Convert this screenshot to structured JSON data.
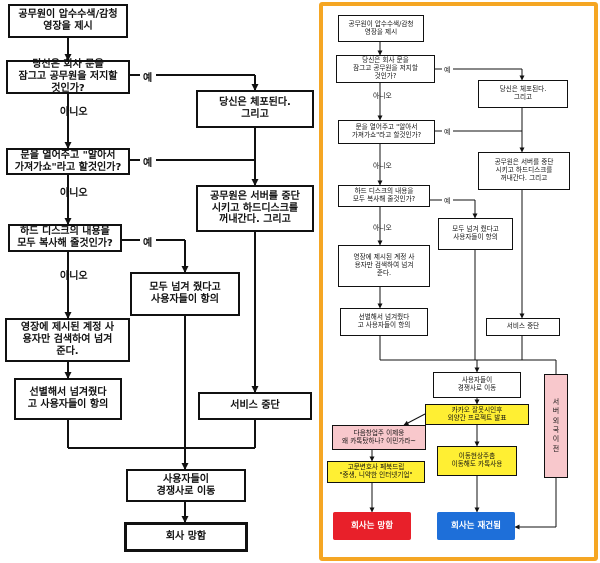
{
  "left": {
    "nodes": {
      "n1": "공무원이 압수수색/감청\n영장을 제시",
      "n2": "당신은 회사 문을\n잠그고 공무원을 저지할\n것인가?",
      "n3": "문을 열어주고 \"알아서\n가져가쇼\"라고 할것인가?",
      "n4": "하드 디스크의 내용을\n모두 복사해 줄것인가?",
      "n5": "영장에 제시된 계정 사\n용자만 검색하여 넘겨\n준다.",
      "n6": "선별해서 넘겨줬다\n고 사용자들이 항의",
      "n7": "당신은 체포된다.\n그리고",
      "n8": "공무원은 서버를 중단\n시키고 하드디스크를\n꺼내간다. 그리고",
      "n9": "모두 넘겨 줬다고\n사용자들이 항의",
      "n10": "서비스 중단",
      "n11": "사용자들이\n경쟁사로 이동",
      "n12": "회사 망함"
    },
    "labels": {
      "yes1": "예",
      "no1": "아니오",
      "yes2": "예",
      "no2": "아니오",
      "yes3": "예",
      "no3": "아니오"
    }
  },
  "right": {
    "nodes": {
      "n1": "공무원이 압수수색/감청\n영장을 제시",
      "n2": "당신은 회사 문을\n잠그고 공무원을 저지할\n것인가?",
      "n3": "문을 열어주고 \"알아서\n가져가쇼\"라고 할것인가?",
      "n4": "하드 디스크의 내용을\n모두 복사해 줄것인가?",
      "n5": "영장에 제시된 계정 사\n용자만 검색하여 넘겨\n준다.",
      "n6": "선별해서 넘겨줬다\n고 사용자들이 항의",
      "n7": "당신은 체포된다.\n그리고",
      "n8": "공무원은 서버를 중단\n시키고 하드디스크를\n꺼내간다. 그리고",
      "n9": "모두 넘겨 줬다고\n사용자들이 항의",
      "n10": "서비스 중단",
      "n11": "사용자들이\n경쟁사로 이동",
      "n12": "카카오 잘못시인후\n외양간 프로젝트 발표",
      "n13": "다음창업주 이제웅\n왜 카톡탔하나? 이민가라~",
      "n14": "고문변호사 페북드립\n\"중생, 니약한 인터넷기업\"",
      "n15": "이동현상주춤\n이동해도 카톡사용",
      "n16": "서\n버\n외\n국\n이\n전",
      "n17": "회사는 망함",
      "n18": "회사는 재건됨"
    },
    "labels": {
      "yes1": "예",
      "no1": "아니오",
      "yes2": "예",
      "no2": "아니오",
      "yes3": "예",
      "no3": "아니오"
    }
  },
  "colors": {
    "frame": "#F5A623",
    "yellow": "#FFEF33",
    "pink": "#F8C8CC",
    "red": "#E8202A",
    "blue": "#1E6FD9",
    "line": "#111111"
  }
}
